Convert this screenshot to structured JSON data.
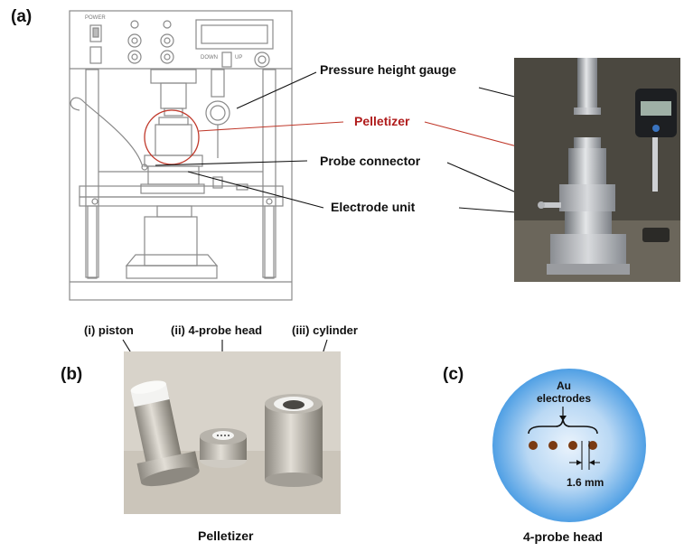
{
  "panel_a": {
    "letter": "(a)",
    "device_labels": {
      "power": "POWER",
      "down": "DOWN",
      "up": "UP"
    },
    "callouts": {
      "gauge": "Pressure height gauge",
      "pelletizer": "Pelletizer",
      "probe": "Probe connector",
      "electrode": "Electrode unit"
    },
    "colors": {
      "pelletizer_callout": "#b01c1c"
    }
  },
  "panel_b": {
    "letter": "(b)",
    "parts": {
      "piston": "(i) piston",
      "head": "(ii) 4-probe head",
      "cylinder": "(iii) cylinder"
    },
    "caption": "Pelletizer"
  },
  "panel_c": {
    "letter": "(c)",
    "au_line1": "Au",
    "au_line2": "electrodes",
    "spacing": "1.6 mm",
    "caption": "4-probe head",
    "colors": {
      "electrode": "#7a3a12",
      "head_center": "#e8f2fc",
      "head_edge": "#2f8fe0"
    }
  }
}
